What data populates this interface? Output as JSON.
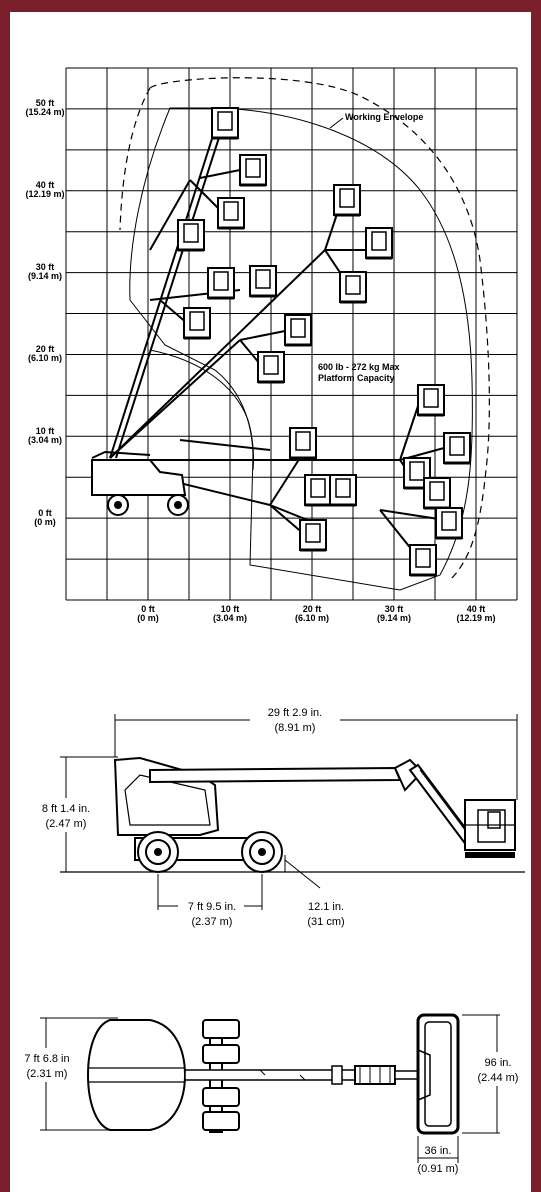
{
  "colors": {
    "frame": "#7a1f2c",
    "background": "#ffffff",
    "ink": "#000000"
  },
  "envelope": {
    "y_labels": [
      {
        "ft": "50 ft",
        "m": "(15.24 m)"
      },
      {
        "ft": "40 ft",
        "m": "(12.19 m)"
      },
      {
        "ft": "30 ft",
        "m": "(9.14 m)"
      },
      {
        "ft": "20 ft",
        "m": "(6.10 m)"
      },
      {
        "ft": "10 ft",
        "m": "(3.04 m)"
      },
      {
        "ft": "0 ft",
        "m": "(0 m)"
      }
    ],
    "x_labels": [
      {
        "ft": "0 ft",
        "m": "(0 m)"
      },
      {
        "ft": "10 ft",
        "m": "(3.04 m)"
      },
      {
        "ft": "20 ft",
        "m": "(6.10 m)"
      },
      {
        "ft": "30 ft",
        "m": "(9.14 m)"
      },
      {
        "ft": "40 ft",
        "m": "(12.19 m)"
      }
    ],
    "working_envelope_label": "Working Envelope",
    "capacity_line1": "600 lb - 272 kg Max",
    "capacity_line2": "Platform Capacity"
  },
  "side_view": {
    "length_ft": "29 ft 2.9 in.",
    "length_m": "(8.91 m)",
    "height_ft": "8 ft 1.4 in.",
    "height_m": "(2.47 m)",
    "wheelbase_ft": "7 ft 9.5 in.",
    "wheelbase_m": "(2.37 m)",
    "clearance_in": "12.1 in.",
    "clearance_cm": "(31 cm)"
  },
  "top_view": {
    "width_ft": "7 ft 6.8 in",
    "width_m": "(2.31 m)",
    "platform_width_in": "96 in.",
    "platform_width_m": "(2.44 m)",
    "platform_depth_in": "36 in.",
    "platform_depth_m": "(0.91 m)"
  }
}
